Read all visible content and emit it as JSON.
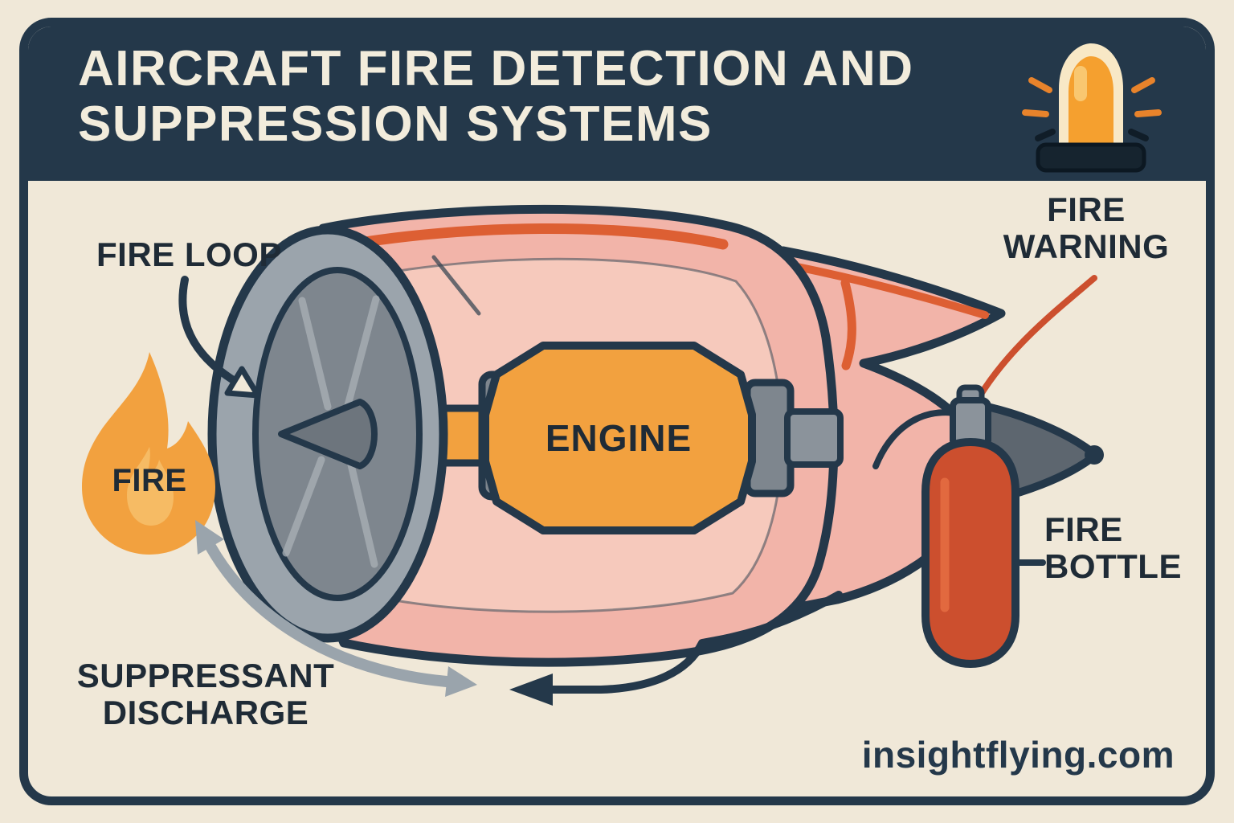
{
  "header": {
    "title_line1": "AIRCRAFT FIRE DETECTION AND",
    "title_line2": "SUPPRESSION SYSTEMS"
  },
  "diagram": {
    "fire_loop_label": "FIRE LOOP",
    "fire_label": "FIRE",
    "engine_label": "ENGINE",
    "fire_warning_line1": "FIRE",
    "fire_warning_line2": "WARNING",
    "fire_bottle_line1": "FIRE",
    "fire_bottle_line2": "BOTTLE",
    "suppressant_line1": "SUPPRESSANT",
    "suppressant_line2": "DISCHARGE"
  },
  "footer": {
    "website": "insightflying.com"
  },
  "icons": [
    "warning-beacon-icon",
    "flame-icon",
    "jet-engine-illustration",
    "fire-bottle-illustration"
  ],
  "colors": {
    "header_bg": "#24384a",
    "background": "#f0e8d8",
    "outline_dark": "#24384a",
    "text_dark": "#1f2b36",
    "title_cream": "#f2ecdc",
    "nacelle_pink": "#f2b4a9",
    "nacelle_inner_pink": "#f6c9bc",
    "engine_orange": "#f2a13f",
    "flame_inner_orange": "#f6bb64",
    "stripe_red": "#dd5f33",
    "bottle_red": "#cc4f2e",
    "metal_gray": "#9ba4ac",
    "metal_gray_dark": "#7e868e",
    "spinner_gray": "#6d757d",
    "arrow_gray": "#9aa4ac",
    "beacon_orange": "#f5a02f",
    "beacon_pale": "#f8e8c6"
  }
}
